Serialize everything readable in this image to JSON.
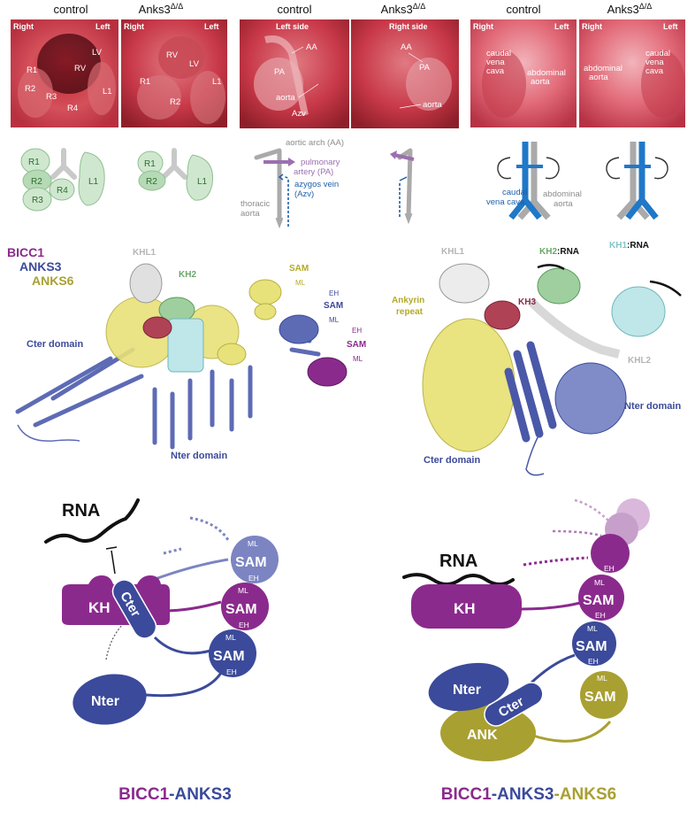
{
  "panel_a": {
    "group1": {
      "control": "control",
      "mutant": "Anks3",
      "mutant_sup": "Δ/Δ",
      "side_right": "Right",
      "side_left": "Left",
      "labels": {
        "rv": "RV",
        "lv": "LV",
        "r1": "R1",
        "r2": "R2",
        "r3": "R3",
        "r4": "R4",
        "l1": "L1"
      }
    },
    "group2": {
      "control": "control",
      "mutant": "Anks3",
      "mutant_sup": "Δ/Δ",
      "left_side": "Left side",
      "right_side": "Right side",
      "labels": {
        "aa": "AA",
        "pa": "PA",
        "aorta": "aorta",
        "azv": "Azv"
      }
    },
    "group3": {
      "control": "control",
      "mutant": "Anks3",
      "mutant_sup": "Δ/Δ",
      "side_right": "Right",
      "side_left": "Left",
      "labels": {
        "caudal_vena_cava": "caudal vena cava",
        "abdominal_aorta": "abdominal aorta"
      }
    }
  },
  "schematics": {
    "lung_control": {
      "r1": "R1",
      "r2": "R2",
      "r3": "R3",
      "r4": "R4",
      "l1": "L1"
    },
    "lung_mutant": {
      "r1": "R1",
      "r2": "R2",
      "l1": "L1"
    },
    "vessels": {
      "aortic_arch": "aortic arch (AA)",
      "pulmonary_artery": "pulmonary artery (PA)",
      "azygos_vein": "azygos vein (Azv)",
      "thoracic_aorta": "thoracic aorta"
    },
    "abdominal": {
      "caudal_vena_cava": "caudal vena cava",
      "abdominal_aorta": "abdominal aorta"
    }
  },
  "structures": {
    "legend": {
      "bicc1": "BICC1",
      "anks3": "ANKS3",
      "anks6": "ANKS6"
    },
    "left": {
      "khl1": "KHL1",
      "kh2": "KH2",
      "sam1": "SAM",
      "sam1_ml": "ML",
      "sam2_eh": "EH",
      "sam2": "SAM",
      "sam2_ml": "ML",
      "sam3_eh": "EH",
      "sam3": "SAM",
      "sam3_ml": "ML",
      "cter": "Cter domain",
      "nter": "Nter domain"
    },
    "right": {
      "khl1": "KHL1",
      "kh2": "KH2",
      "kh2_rna": ":RNA",
      "kh1": "KH1",
      "kh1_rna": ":RNA",
      "ankyrin": "Ankyrin repeat",
      "kh3": "KH3",
      "khl2": "KHL2",
      "nter": "Nter domain",
      "cter": "Cter domain"
    }
  },
  "models": {
    "left": {
      "rna": "RNA",
      "kh": "KH",
      "cter": "Cter",
      "nter": "Nter",
      "sam_top": "SAM",
      "sam_top_ml": "ML",
      "sam_top_eh": "EH",
      "sam_mid": "SAM",
      "sam_mid_ml": "ML",
      "sam_mid_eh": "EH",
      "sam_bot": "SAM",
      "sam_bot_ml": "ML",
      "sam_bot_eh": "EH"
    },
    "right": {
      "rna": "RNA",
      "kh": "KH",
      "top_eh": "EH",
      "sam_mid": "SAM",
      "sam_mid_ml": "ML",
      "sam_mid_eh": "EH",
      "sam_blue": "SAM",
      "sam_blue_ml": "ML",
      "sam_blue_eh": "EH",
      "sam_olive": "SAM",
      "sam_olive_ml": "ML",
      "nter": "Nter",
      "cter": "Cter",
      "ank": "ANK"
    }
  },
  "captions": {
    "left": {
      "p1": "BICC1",
      "sep": "-",
      "p2": "ANKS3"
    },
    "right": {
      "p1": "BICC1",
      "sep1": "-",
      "p2": "ANKS3",
      "sep2": "-",
      "p3": "ANKS6"
    }
  },
  "colors": {
    "bicc1": "#8b2a8d",
    "anks3": "#3b4a9a",
    "anks6": "#a9a032",
    "lung_fill": "#cfe7cf",
    "vein_blue": "#1f78c8"
  }
}
